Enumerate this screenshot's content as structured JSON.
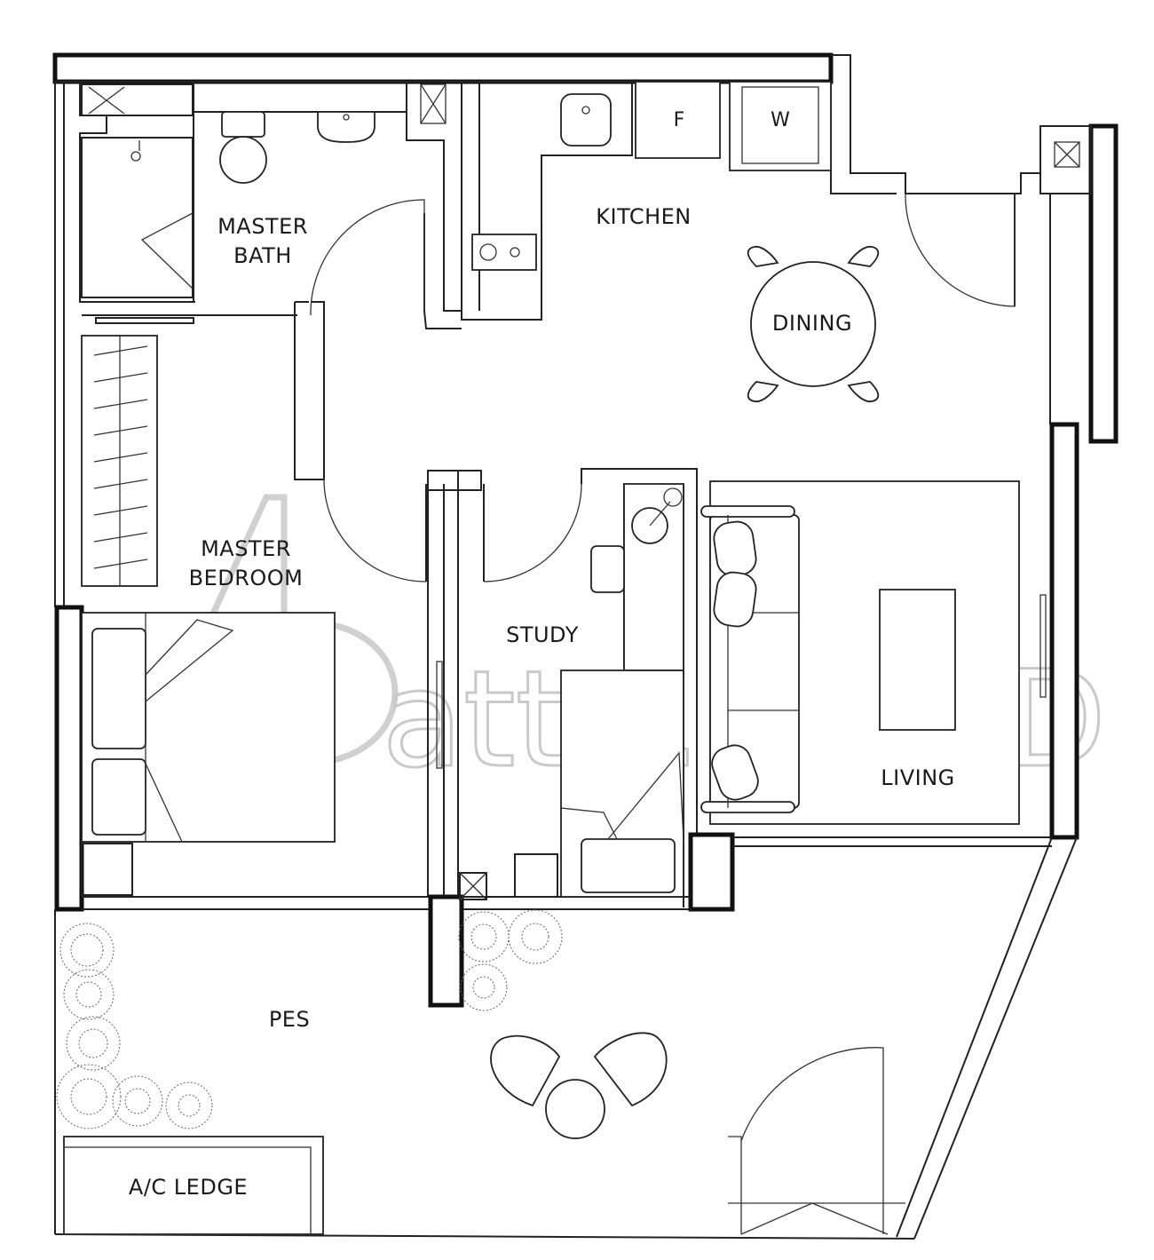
{
  "rooms": {
    "master_bath": [
      "MASTER",
      "BATH"
    ],
    "kitchen": "KITCHEN",
    "dining": "DINING",
    "master_bedroom": [
      "MASTER",
      "BEDROOM"
    ],
    "study": "STUDY",
    "living": "LIVING",
    "pes": "PES",
    "ac_ledge": "A/C LEDGE"
  },
  "fixtures": {
    "fridge": "F",
    "washer": "W"
  },
  "watermark": "attri.BUILD"
}
